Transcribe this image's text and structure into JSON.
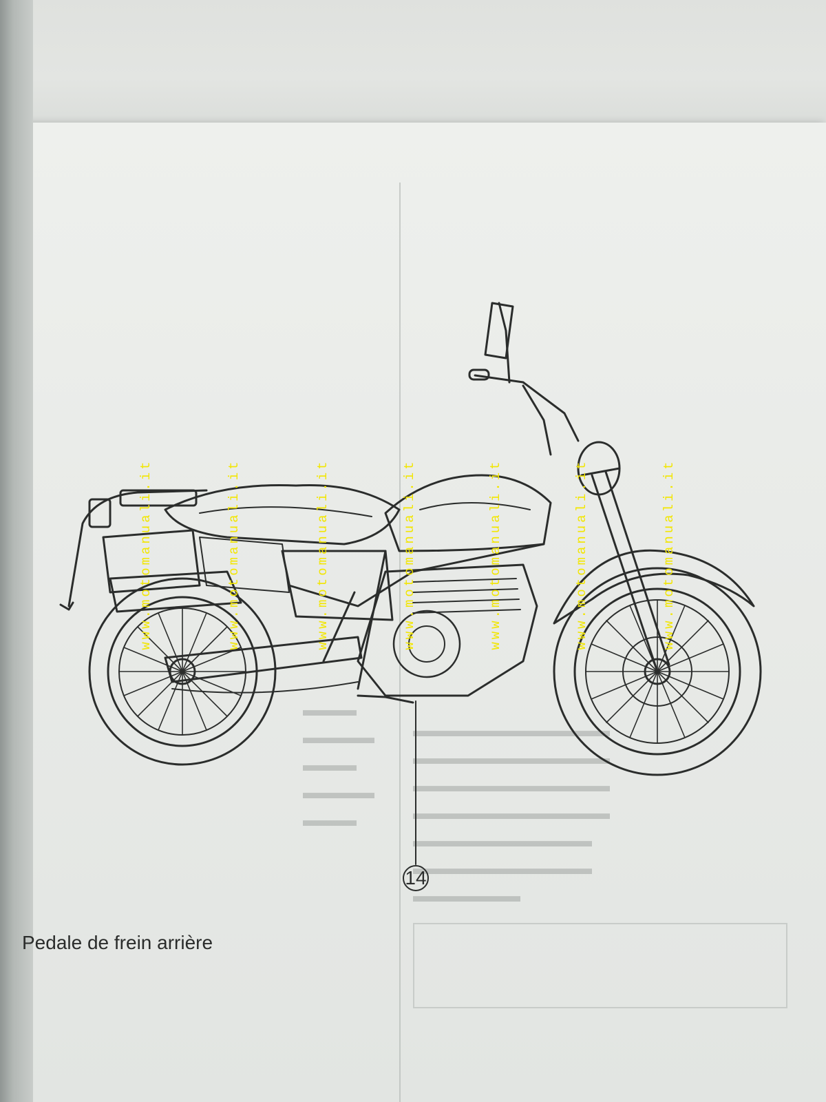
{
  "callout": {
    "number": "14"
  },
  "caption": {
    "text": "Pedale de frein arrière"
  },
  "watermark": {
    "text": "www.motomanuali.it"
  },
  "colors": {
    "watermark": "#f2e600",
    "line_art": "#2b2d2c",
    "paper": "#eceeea"
  }
}
